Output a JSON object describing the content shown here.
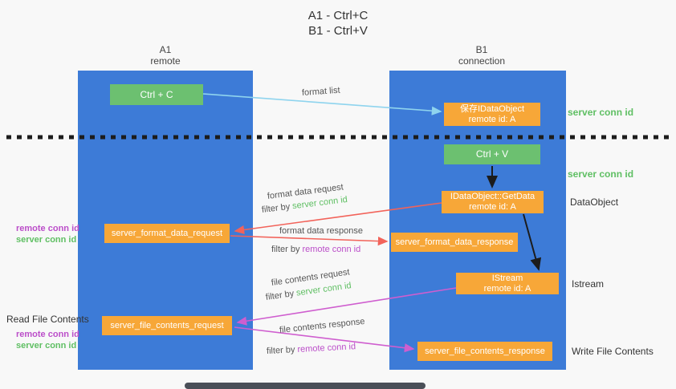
{
  "title": {
    "line1": "A1 - Ctrl+C",
    "line2": "B1 - Ctrl+V"
  },
  "columns": {
    "left": {
      "name": "A1",
      "role": "remote"
    },
    "right": {
      "name": "B1",
      "role": "connection"
    }
  },
  "nodes": {
    "ctrl_c": "Ctrl + C",
    "ctrl_v": "Ctrl + V",
    "save_dataobject": {
      "line1": "保存IDataObject",
      "line2": "remote id: A"
    },
    "getdata": {
      "line1": "IDataObject::GetData",
      "line2": "remote id: A"
    },
    "istream": {
      "line1": "IStream",
      "line2": "remote id: A"
    },
    "format_request": "server_format_data_request",
    "format_response": "server_format_data_response",
    "file_request": "server_file_contents_request",
    "file_response": "server_file_contents_response"
  },
  "labels": {
    "format_list": "format list",
    "server_conn_id": "server conn id",
    "remote_conn_id": "remote conn id",
    "filter_by": "filter by",
    "format_data_request": "format data request",
    "format_data_response": "format data response",
    "file_contents_request": "file contents request",
    "file_contents_response": "file contents response",
    "dataobject": "DataObject",
    "istream": "Istream",
    "read_file_contents": "Read File Contents",
    "write_file_contents": "Write File Contents"
  },
  "colors": {
    "column_blue": "#3d7bd7",
    "node_green": "#6cc070",
    "node_orange": "#f7a738",
    "arrow_lightblue": "#8fd4ee",
    "arrow_red": "#f2635a",
    "arrow_magenta": "#cf5ecf",
    "text_green": "#5fbf63",
    "text_purple": "#bb4ec9"
  }
}
